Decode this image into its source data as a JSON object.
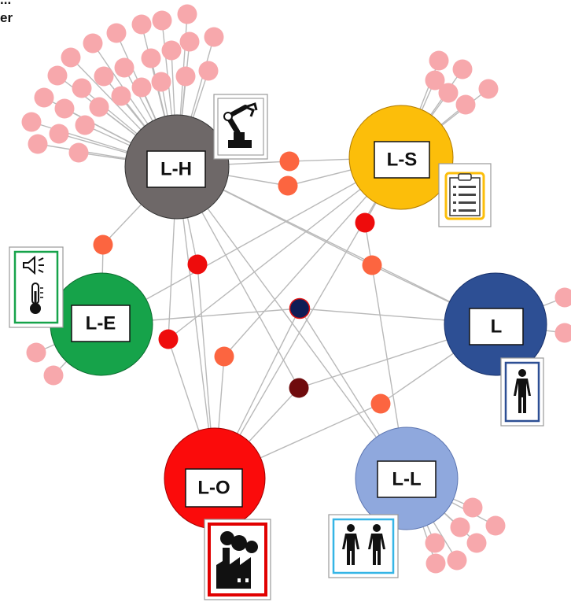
{
  "corner_text": [
    "...",
    "er"
  ],
  "colors": {
    "edge": "#b9b9b9",
    "leaf": "#f7a8ac",
    "hub_orange": "#fc6540",
    "hub_red": "#ee0c0c",
    "hub_navy": "#0f1c55",
    "hub_darkred": "#6f0b0d",
    "L-H": "#6e6868",
    "L-S": "#fcbe0a",
    "L-E": "#16a34a",
    "L": "#2d4f94",
    "L-O": "#fb0b0b",
    "L-L": "#8fa8dd"
  },
  "nodes": [
    {
      "id": "L-H",
      "label": "L-H",
      "icon": "robot-arm-icon"
    },
    {
      "id": "L-S",
      "label": "L-S",
      "icon": "clipboard-icon"
    },
    {
      "id": "L-E",
      "label": "L-E",
      "icon": "speaker-thermometer-icon"
    },
    {
      "id": "L",
      "label": "L",
      "icon": "human-figure-icon"
    },
    {
      "id": "L-O",
      "label": "L-O",
      "icon": "factory-icon"
    },
    {
      "id": "L-L",
      "label": "L-L",
      "icon": "two-human-figures-icon"
    }
  ]
}
